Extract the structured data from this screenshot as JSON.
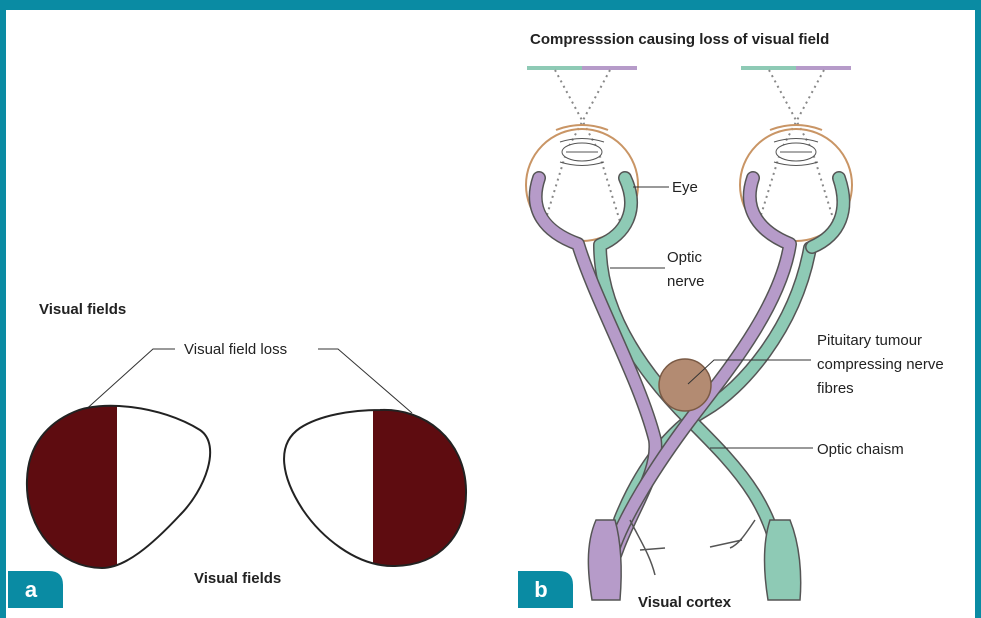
{
  "panel_a": {
    "badge": "a",
    "title": "Visual fields",
    "loss_label": "Visual field loss",
    "bottom_label": "Visual fields"
  },
  "panel_b": {
    "badge": "b",
    "title": "Compresssion causing loss of visual field",
    "labels": {
      "eye": "Eye",
      "optic_nerve_1": "Optic",
      "optic_nerve_2": "nerve",
      "tumour_1": "Pituitary tumour",
      "tumour_2": "compressing nerve",
      "tumour_3": "fibres",
      "chiasm": "Optic chaism",
      "cortex": "Visual cortex"
    }
  },
  "colors": {
    "frame": "#0a8ba3",
    "field_loss": "#5e0c10",
    "nerve_purple": "#b69bc9",
    "nerve_green": "#8ecab5",
    "tumour": "#b38b72",
    "eye_outline": "#c99565"
  }
}
